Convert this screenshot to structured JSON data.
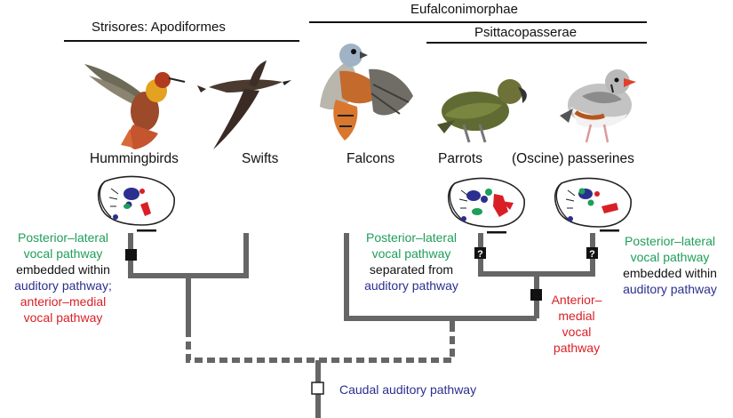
{
  "clades": {
    "strisores": "Strisores: Apodiformes",
    "eufalconimorphae": "Eufalconimorphae",
    "psittacopasserae": "Psittacopasserae"
  },
  "taxa": {
    "hummingbirds": "Hummingbirds",
    "swifts": "Swifts",
    "falcons": "Falcons",
    "parrots": "Parrots",
    "passerines": "(Oscine) passerines"
  },
  "left_note": {
    "line1": "Posterior–lateral",
    "line2": "vocal pathway",
    "line3": "embedded within",
    "line4": "auditory pathway;",
    "line5": "anterior–medial",
    "line6": "vocal pathway"
  },
  "mid_note": {
    "line1": "Posterior–lateral",
    "line2": "vocal pathway",
    "line3": "separated from",
    "line4": "auditory pathway"
  },
  "right_note": {
    "line1": "Posterior–lateral",
    "line2": "vocal pathway",
    "line3": "embedded within",
    "line4": "auditory pathway"
  },
  "anterior_note": {
    "line1": "Anterior–",
    "line2": "medial",
    "line3": "vocal",
    "line4": "pathway"
  },
  "caudal_label": "Caudal auditory pathway",
  "unknown_marker": "?",
  "colors": {
    "green": "#1f9e57",
    "blue": "#2b2f8f",
    "red": "#d91f26",
    "tree": "#666666"
  }
}
